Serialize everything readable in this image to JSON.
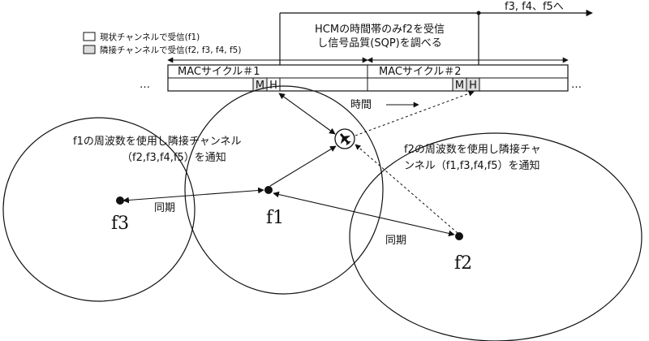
{
  "legend": [
    {
      "label": "現状チャンネルで受信(f1)",
      "swatch": "#ffffff"
    },
    {
      "label": "隣接チャンネルで受信(f2, f3, f4, f5)",
      "swatch": "#dcdcdc"
    }
  ],
  "header": {
    "title_line1": "HCMの時間帯のみf2を受信",
    "title_line2": "し信号品質(SQP)を調べる",
    "next_channels": "f3, f4、f5へ"
  },
  "timeline": {
    "cycle1_label": "MACサイクル＃1",
    "cycle2_label": "MACサイクル＃2",
    "slot_m": "M",
    "slot_h": "H",
    "ellipsis": "…",
    "time_label": "時間"
  },
  "cells": [
    {
      "id": "f1",
      "label": "f1",
      "notice_line1": "f1の周波数を使用し隣接チャンネル",
      "notice_line2": "（f2,f3,f4,f5）を通知"
    },
    {
      "id": "f2",
      "label": "f2",
      "notice_line1": "f2の周波数を使用し隣接チャ",
      "notice_line2": "ンネル（f1,f3,f4,f5）を通知"
    },
    {
      "id": "f3",
      "label": "f3"
    }
  ],
  "sync_label": "同期",
  "colors": {
    "line": "#111111",
    "swatch_adjacent": "#dcdcdc",
    "slot_bg": "#e6e6e6"
  },
  "icons": {
    "terminal": "airplane-icon"
  }
}
